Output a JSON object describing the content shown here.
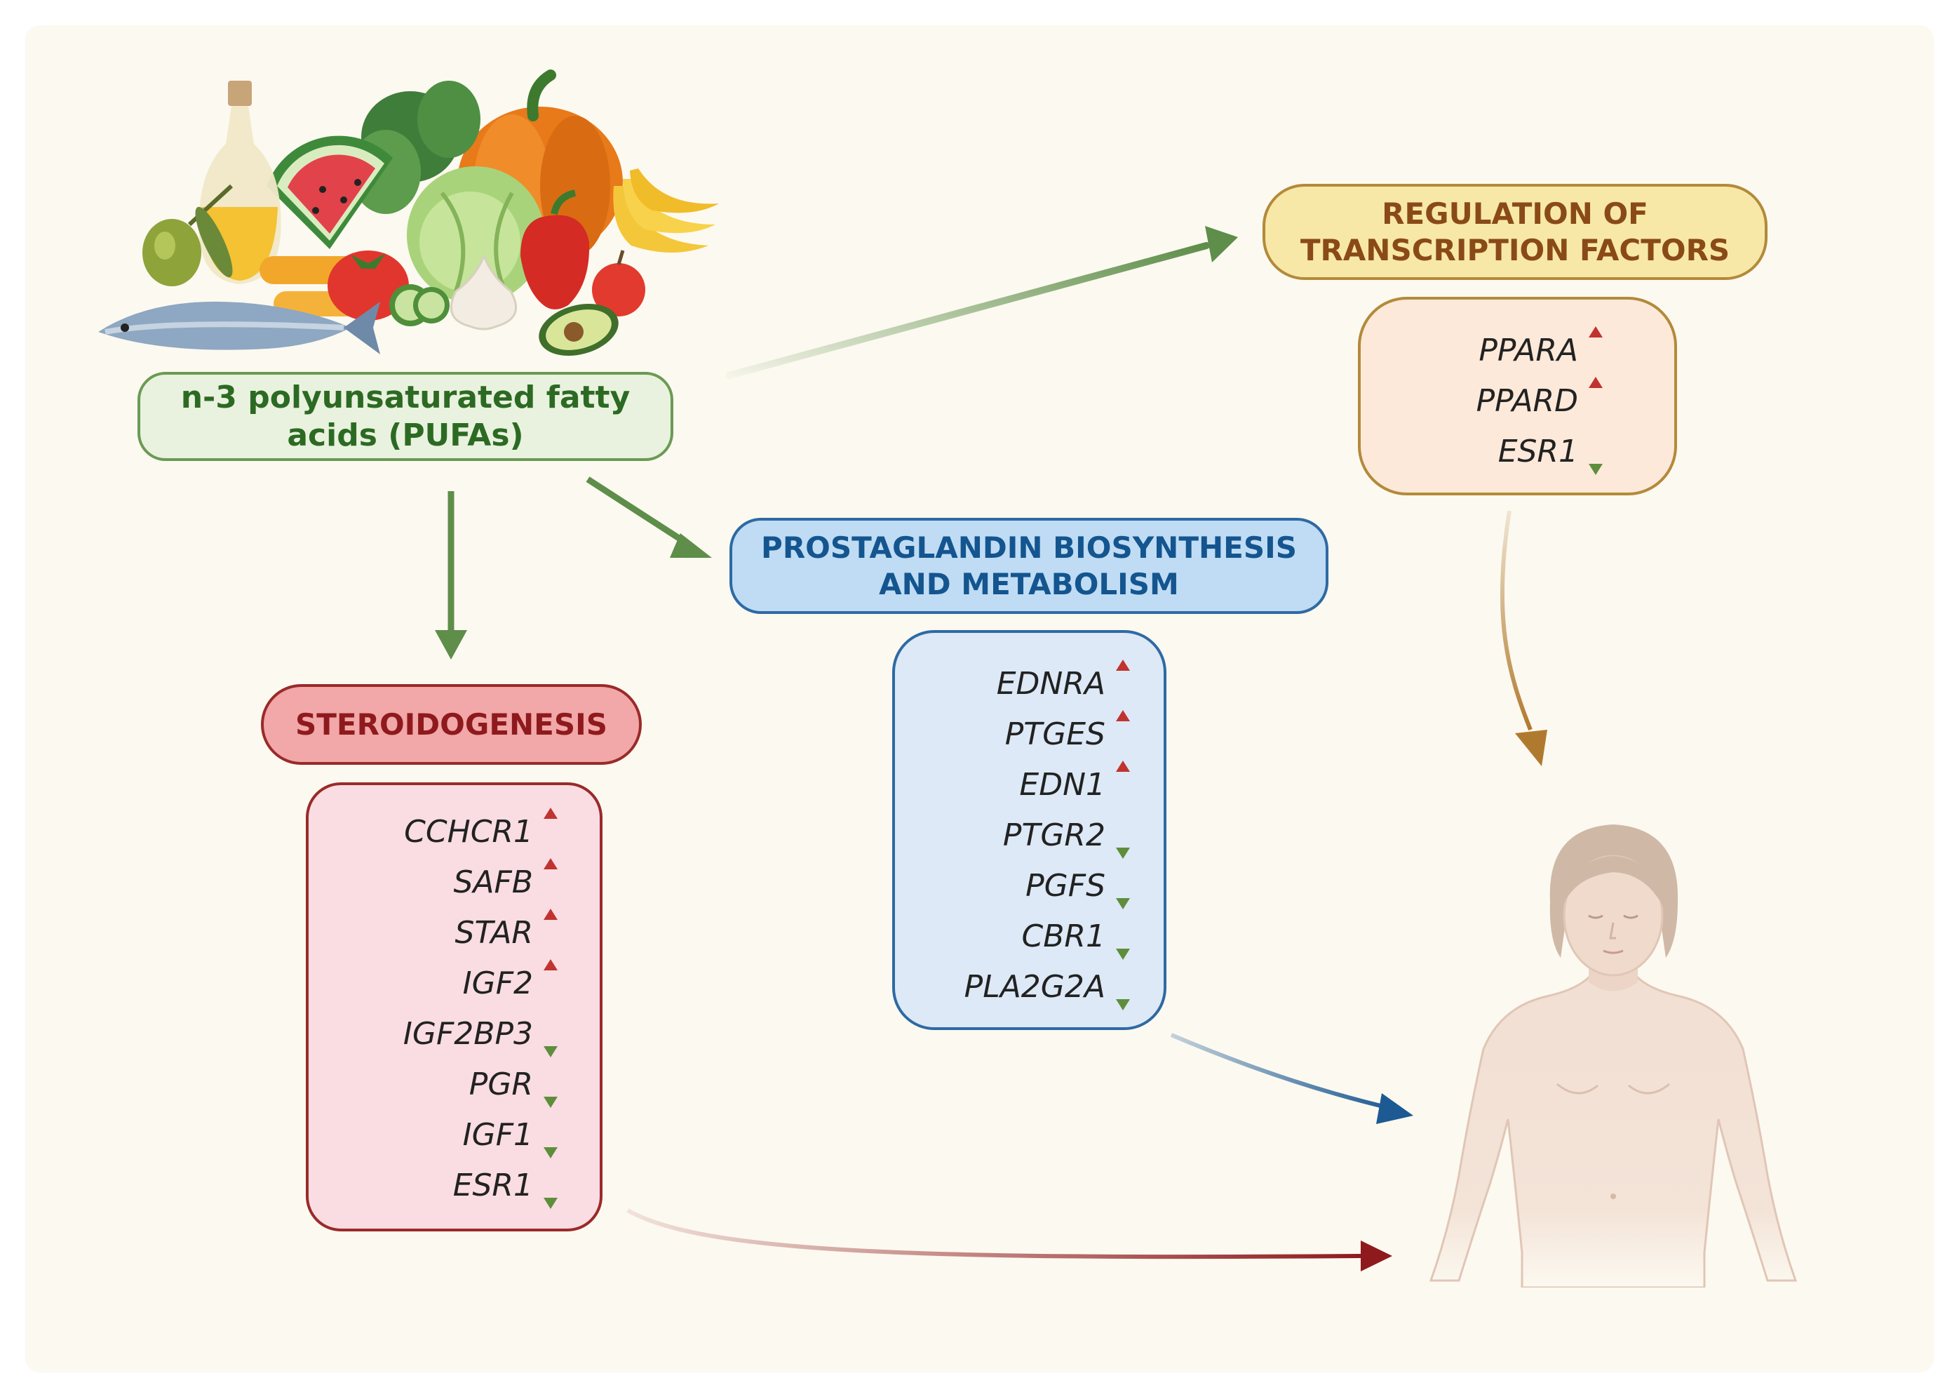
{
  "colors": {
    "background": "#fcf9f0",
    "pufa_fill": "#e9f2de",
    "pufa_stroke": "#6a9a54",
    "pufa_text": "#2c6a23",
    "tf_fill": "#f7e8a8",
    "tf_stroke": "#b38a3a",
    "tf_text": "#8a4a18",
    "tf_list_fill": "#fde9da",
    "tf_list_stroke": "#b38a3a",
    "pg_fill": "#bfdcf4",
    "pg_stroke": "#2e6aa4",
    "pg_text": "#14558f",
    "pg_list_fill": "#dde9f6",
    "pg_list_stroke": "#2e6aa4",
    "st_fill": "#f2a7a8",
    "st_stroke": "#9a2a2a",
    "st_text": "#8e1a1d",
    "st_list_fill": "#f9dde2",
    "st_list_stroke": "#9a2a2a",
    "up_arrow": "#c0332f",
    "down_arrow": "#5e8e3c",
    "green_arrow": "#5e8e4a",
    "brown_arrow": "#b07a2e",
    "blue_arrow": "#1d5a93",
    "red_arrow": "#8e1a1d"
  },
  "source": {
    "label": "n-3 polyunsaturated fatty acids (PUFAs)",
    "line1": "n-3 polyunsaturated fatty",
    "line2": "acids (PUFAs)",
    "illustration": "food-illustration"
  },
  "transcription": {
    "line1": "REGULATION OF",
    "line2": "TRANSCRIPTION FACTORS",
    "genes": [
      {
        "name": "PPARA",
        "direction": "up"
      },
      {
        "name": "PPARD",
        "direction": "up"
      },
      {
        "name": "ESR1",
        "direction": "down"
      }
    ]
  },
  "prostaglandin": {
    "line1": "PROSTAGLANDIN BIOSYNTHESIS",
    "line2": "AND METABOLISM",
    "genes": [
      {
        "name": "EDNRA",
        "direction": "up"
      },
      {
        "name": "PTGES",
        "direction": "up"
      },
      {
        "name": "EDN1",
        "direction": "up"
      },
      {
        "name": "PTGR2",
        "direction": "down"
      },
      {
        "name": "PGFS",
        "direction": "down"
      },
      {
        "name": "CBR1",
        "direction": "down"
      },
      {
        "name": "PLA2G2A",
        "direction": "down"
      }
    ]
  },
  "steroidogenesis": {
    "label": "STEROIDOGENESIS",
    "genes": [
      {
        "name": "CCHCR1",
        "direction": "up"
      },
      {
        "name": "SAFB",
        "direction": "up"
      },
      {
        "name": "STAR",
        "direction": "up"
      },
      {
        "name": "IGF2",
        "direction": "up"
      },
      {
        "name": "IGF2BP3",
        "direction": "down"
      },
      {
        "name": "PGR",
        "direction": "down"
      },
      {
        "name": "IGF1",
        "direction": "down"
      },
      {
        "name": "ESR1",
        "direction": "down"
      }
    ]
  },
  "target": {
    "illustration": "woman-figure"
  }
}
